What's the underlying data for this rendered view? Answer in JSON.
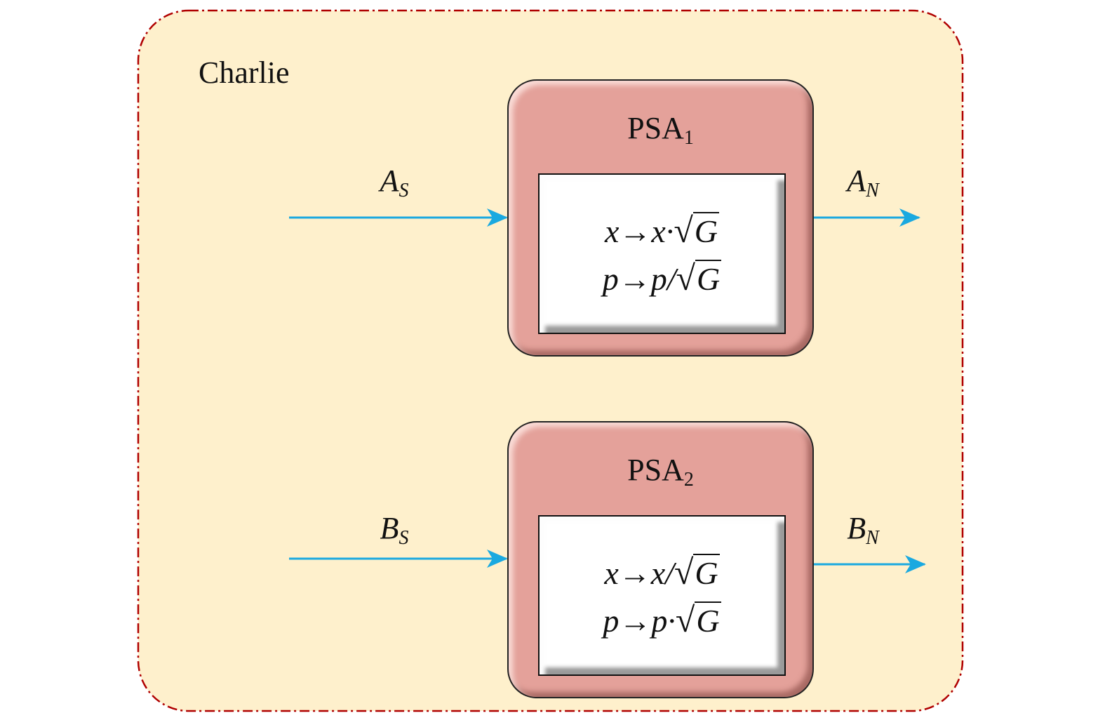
{
  "container": {
    "label": "Charlie",
    "border_color": "#b00000",
    "fill_color": "#fef0cc"
  },
  "colors": {
    "arrow": "#1aa9e0",
    "psa_fill": "#e4a19a"
  },
  "psa1": {
    "name": "PSA",
    "index": "1",
    "eq1": {
      "prefix": "x→x·",
      "radicand": "G"
    },
    "eq2": {
      "prefix": "p→p/",
      "radicand": "G"
    },
    "input": {
      "base": "A",
      "sub": "S"
    },
    "output": {
      "base": "A",
      "sub": "N"
    }
  },
  "psa2": {
    "name": "PSA",
    "index": "2",
    "eq1": {
      "prefix": "x→x/",
      "radicand": "G"
    },
    "eq2": {
      "prefix": "p→p·",
      "radicand": "G"
    },
    "input": {
      "base": "B",
      "sub": "S"
    },
    "output": {
      "base": "B",
      "sub": "N"
    }
  },
  "symbols": {
    "sqrt": "√"
  }
}
